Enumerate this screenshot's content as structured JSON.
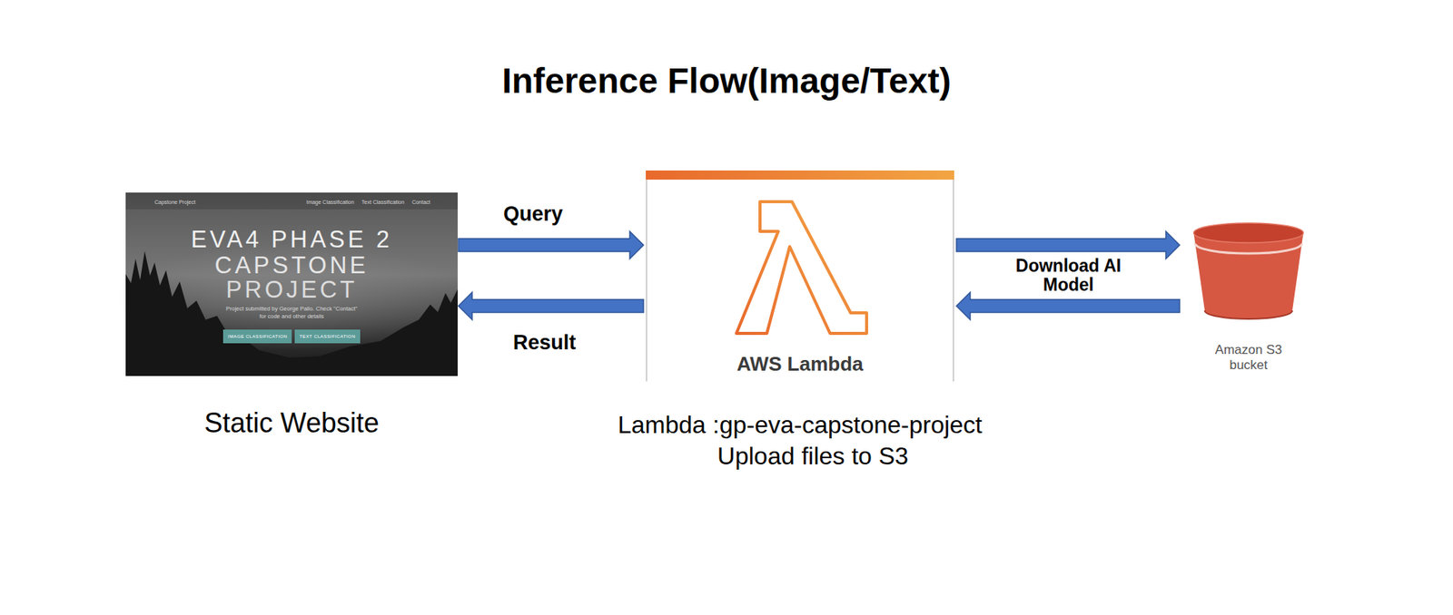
{
  "diagram": {
    "title": "Inference Flow(Image/Text)",
    "nodes": [
      {
        "text": [
          "Static Website"
        ]
      },
      {
        "text": [
          "AWS Lambda",
          "Lambda :gp-eva-capstone-project",
          "Upload files to S3"
        ]
      },
      {
        "text": [
          "Amazon S3 bucket"
        ]
      }
    ],
    "edges": [
      {
        "from": 0,
        "to": 1,
        "label": "Query",
        "arrow": "to"
      },
      {
        "from": 1,
        "to": 0,
        "label": "Result",
        "arrow": "to"
      },
      {
        "from": 1,
        "to": 2,
        "arrow": "to"
      },
      {
        "from": 2,
        "to": 1,
        "label": "Download AI Model",
        "arrow": "to"
      }
    ],
    "labels": [
      "Capstone Project",
      "Image Classification",
      "Text Classification",
      "Contact",
      "EVA4 PHASE 2",
      "CAPSTONE",
      "PROJECT",
      "Project submitted by George Pallo. Check \"Contact\" for code and other details",
      "IMAGE CLASSIFICATION",
      "TEXT CLASSIFICATION"
    ]
  }
}
